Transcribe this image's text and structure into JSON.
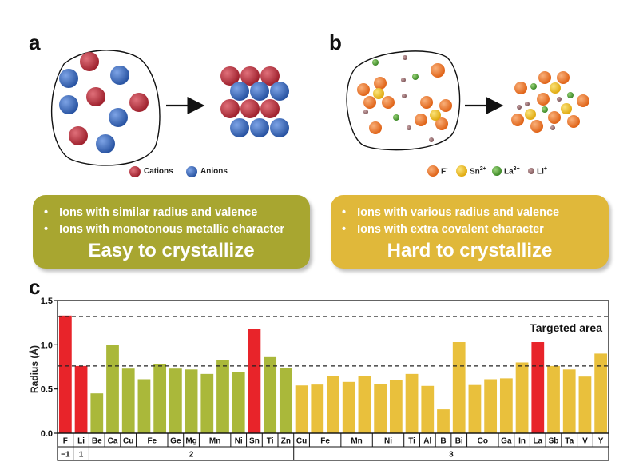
{
  "panel_a": {
    "letter": "a",
    "legend": [
      {
        "label": "Cations",
        "color": "#b8333f"
      },
      {
        "label": "Anions",
        "color": "#3464b4"
      }
    ]
  },
  "panel_b": {
    "letter": "b",
    "legend": [
      {
        "label": "F",
        "sup": "-",
        "color": "#ef7d2b"
      },
      {
        "label": "Sn",
        "sup": "2+",
        "color": "#f0c226"
      },
      {
        "label": "La",
        "sup": "3+",
        "color": "#5ca83c"
      },
      {
        "label": "Li",
        "sup": "+",
        "color": "#9c7275"
      }
    ]
  },
  "box_easy": {
    "bullets": [
      "Ions with similar radius and valence",
      "Ions with monotonous metallic character"
    ],
    "title": "Easy to crystallize",
    "color": "#a8a630"
  },
  "box_hard": {
    "bullets": [
      "Ions with various radius and valence",
      "Ions with extra covalent character"
    ],
    "title": "Hard to crystallize",
    "color": "#e0b83a"
  },
  "panel_c": {
    "letter": "c"
  },
  "chart_data": {
    "type": "bar",
    "ylabel": "Radius (Å)",
    "ylim": [
      0,
      1.5
    ],
    "yticks": [
      "0.0",
      "0.5",
      "1.0",
      "1.5"
    ],
    "annotation": "Targeted area",
    "dashed_lines": [
      1.32,
      0.76
    ],
    "bars": [
      {
        "label": "F",
        "value": 1.33,
        "group": "red"
      },
      {
        "label": "Li",
        "value": 0.76,
        "group": "red"
      },
      {
        "label": "Be",
        "value": 0.45,
        "group": "olive"
      },
      {
        "label": "Ca",
        "value": 1.0,
        "group": "olive"
      },
      {
        "label": "Cu",
        "value": 0.73,
        "group": "olive"
      },
      {
        "label": "Fe",
        "value": 0.61,
        "group": "olive"
      },
      {
        "label": "Fe",
        "value": 0.78,
        "group": "olive"
      },
      {
        "label": "Ge",
        "value": 0.73,
        "group": "olive"
      },
      {
        "label": "Mg",
        "value": 0.72,
        "group": "olive"
      },
      {
        "label": "Mn",
        "value": 0.67,
        "group": "olive"
      },
      {
        "label": "Mn",
        "value": 0.83,
        "group": "olive"
      },
      {
        "label": "Ni",
        "value": 0.69,
        "group": "olive"
      },
      {
        "label": "Sn",
        "value": 1.18,
        "group": "red"
      },
      {
        "label": "Ti",
        "value": 0.86,
        "group": "olive"
      },
      {
        "label": "Zn",
        "value": 0.74,
        "group": "olive"
      },
      {
        "label": "Cu",
        "value": 0.54,
        "group": "yellow"
      },
      {
        "label": "Fe",
        "value": 0.55,
        "group": "yellow"
      },
      {
        "label": "Fe",
        "value": 0.645,
        "group": "yellow"
      },
      {
        "label": "Mn",
        "value": 0.58,
        "group": "yellow"
      },
      {
        "label": "Mn",
        "value": 0.645,
        "group": "yellow"
      },
      {
        "label": "Ni",
        "value": 0.56,
        "group": "yellow"
      },
      {
        "label": "Ni",
        "value": 0.6,
        "group": "yellow"
      },
      {
        "label": "Ti",
        "value": 0.67,
        "group": "yellow"
      },
      {
        "label": "Al",
        "value": 0.535,
        "group": "yellow"
      },
      {
        "label": "B",
        "value": 0.27,
        "group": "yellow"
      },
      {
        "label": "Bi",
        "value": 1.03,
        "group": "yellow"
      },
      {
        "label": "Co",
        "value": 0.545,
        "group": "yellow"
      },
      {
        "label": "Co",
        "value": 0.61,
        "group": "yellow"
      },
      {
        "label": "Ga",
        "value": 0.62,
        "group": "yellow"
      },
      {
        "label": "In",
        "value": 0.8,
        "group": "yellow"
      },
      {
        "label": "La",
        "value": 1.03,
        "group": "red"
      },
      {
        "label": "Sb",
        "value": 0.76,
        "group": "yellow"
      },
      {
        "label": "Ta",
        "value": 0.72,
        "group": "yellow"
      },
      {
        "label": "V",
        "value": 0.64,
        "group": "yellow"
      },
      {
        "label": "Y",
        "value": 0.9,
        "group": "yellow"
      }
    ],
    "element_labels": [
      {
        "text": "F",
        "from": 0,
        "to": 0
      },
      {
        "text": "Li",
        "from": 1,
        "to": 1
      },
      {
        "text": "Be",
        "from": 2,
        "to": 2
      },
      {
        "text": "Ca",
        "from": 3,
        "to": 3
      },
      {
        "text": "Cu",
        "from": 4,
        "to": 4
      },
      {
        "text": "Fe",
        "from": 5,
        "to": 6
      },
      {
        "text": "Ge",
        "from": 7,
        "to": 7
      },
      {
        "text": "Mg",
        "from": 8,
        "to": 8
      },
      {
        "text": "Mn",
        "from": 9,
        "to": 10
      },
      {
        "text": "Ni",
        "from": 11,
        "to": 11
      },
      {
        "text": "Sn",
        "from": 12,
        "to": 12
      },
      {
        "text": "Ti",
        "from": 13,
        "to": 13
      },
      {
        "text": "Zn",
        "from": 14,
        "to": 14
      },
      {
        "text": "Cu",
        "from": 15,
        "to": 15
      },
      {
        "text": "Fe",
        "from": 16,
        "to": 17
      },
      {
        "text": "Mn",
        "from": 18,
        "to": 19
      },
      {
        "text": "Ni",
        "from": 20,
        "to": 21
      },
      {
        "text": "Ti",
        "from": 22,
        "to": 22
      },
      {
        "text": "Al",
        "from": 23,
        "to": 23
      },
      {
        "text": "B",
        "from": 24,
        "to": 24
      },
      {
        "text": "Bi",
        "from": 25,
        "to": 25
      },
      {
        "text": "Co",
        "from": 26,
        "to": 27
      },
      {
        "text": "Ga",
        "from": 28,
        "to": 28
      },
      {
        "text": "In",
        "from": 29,
        "to": 29
      },
      {
        "text": "La",
        "from": 30,
        "to": 30
      },
      {
        "text": "Sb",
        "from": 31,
        "to": 31
      },
      {
        "text": "Ta",
        "from": 32,
        "to": 32
      },
      {
        "text": "V",
        "from": 33,
        "to": 33
      },
      {
        "text": "Y",
        "from": 34,
        "to": 34
      }
    ],
    "valence_labels": [
      {
        "text": "−1",
        "from": 0,
        "to": 0
      },
      {
        "text": "1",
        "from": 1,
        "to": 1
      },
      {
        "text": "2",
        "from": 2,
        "to": 14
      },
      {
        "text": "3",
        "from": 15,
        "to": 34
      }
    ],
    "colors": {
      "red": "#e8242a",
      "olive": "#aab83a",
      "yellow": "#e9c03c"
    }
  }
}
